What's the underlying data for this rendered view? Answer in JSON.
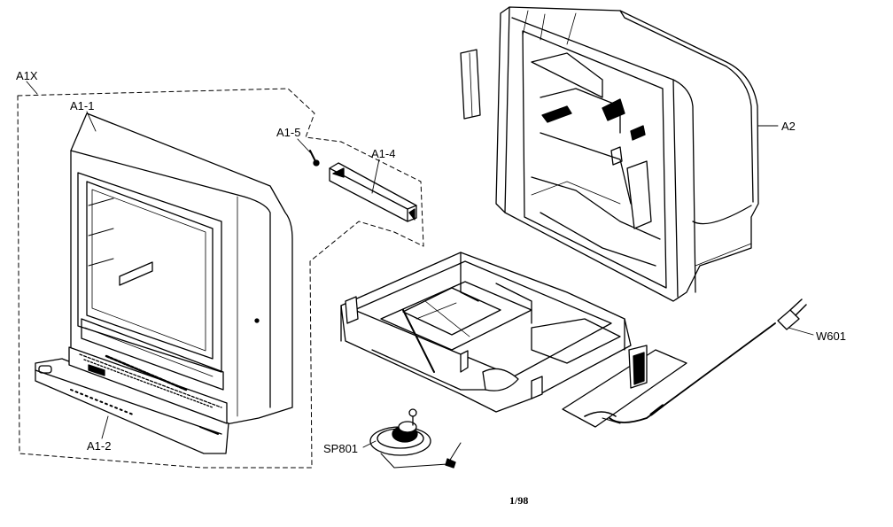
{
  "labels": {
    "a1x": "A1X",
    "a1_1": "A1-1",
    "a1_2": "A1-2",
    "a1_4": "A1-4",
    "a1_5": "A1-5",
    "a2": "A2",
    "sp801": "SP801",
    "w601": "W601"
  },
  "page_number": "1/98",
  "colors": {
    "line": "#000000",
    "background": "#ffffff"
  }
}
